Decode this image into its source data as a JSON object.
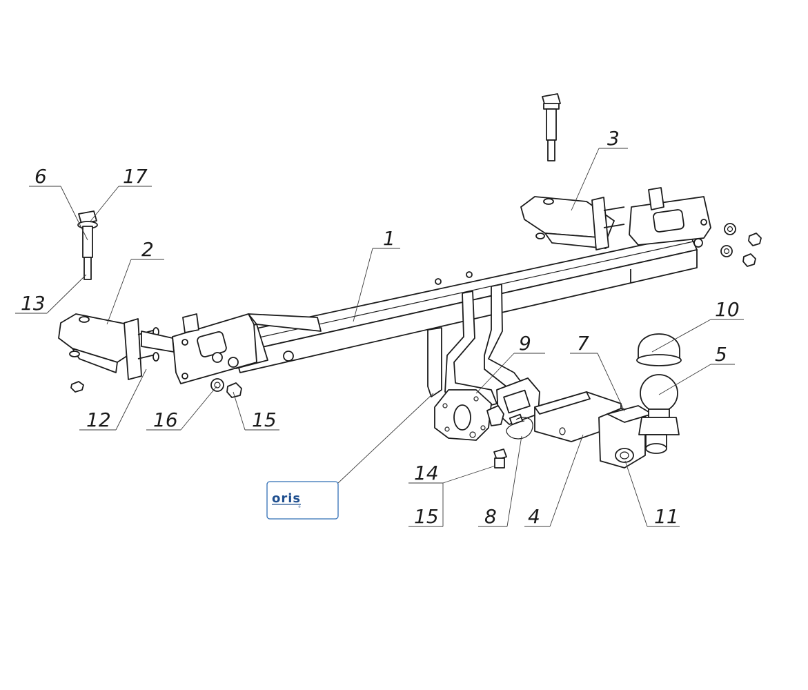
{
  "callouts": {
    "c1": "1",
    "c2": "2",
    "c3": "3",
    "c4": "4",
    "c5": "5",
    "c6": "6",
    "c7": "7",
    "c8": "8",
    "c9": "9",
    "c10": "10",
    "c11": "11",
    "c12": "12",
    "c13": "13",
    "c14": "14",
    "c15a": "15",
    "c15b": "15",
    "c16": "16",
    "c17": "17"
  },
  "logo": {
    "brand": "oris",
    "sub": "®"
  },
  "colors": {
    "line": "#1b1b1b",
    "logo_accent": "#2f6db5"
  }
}
